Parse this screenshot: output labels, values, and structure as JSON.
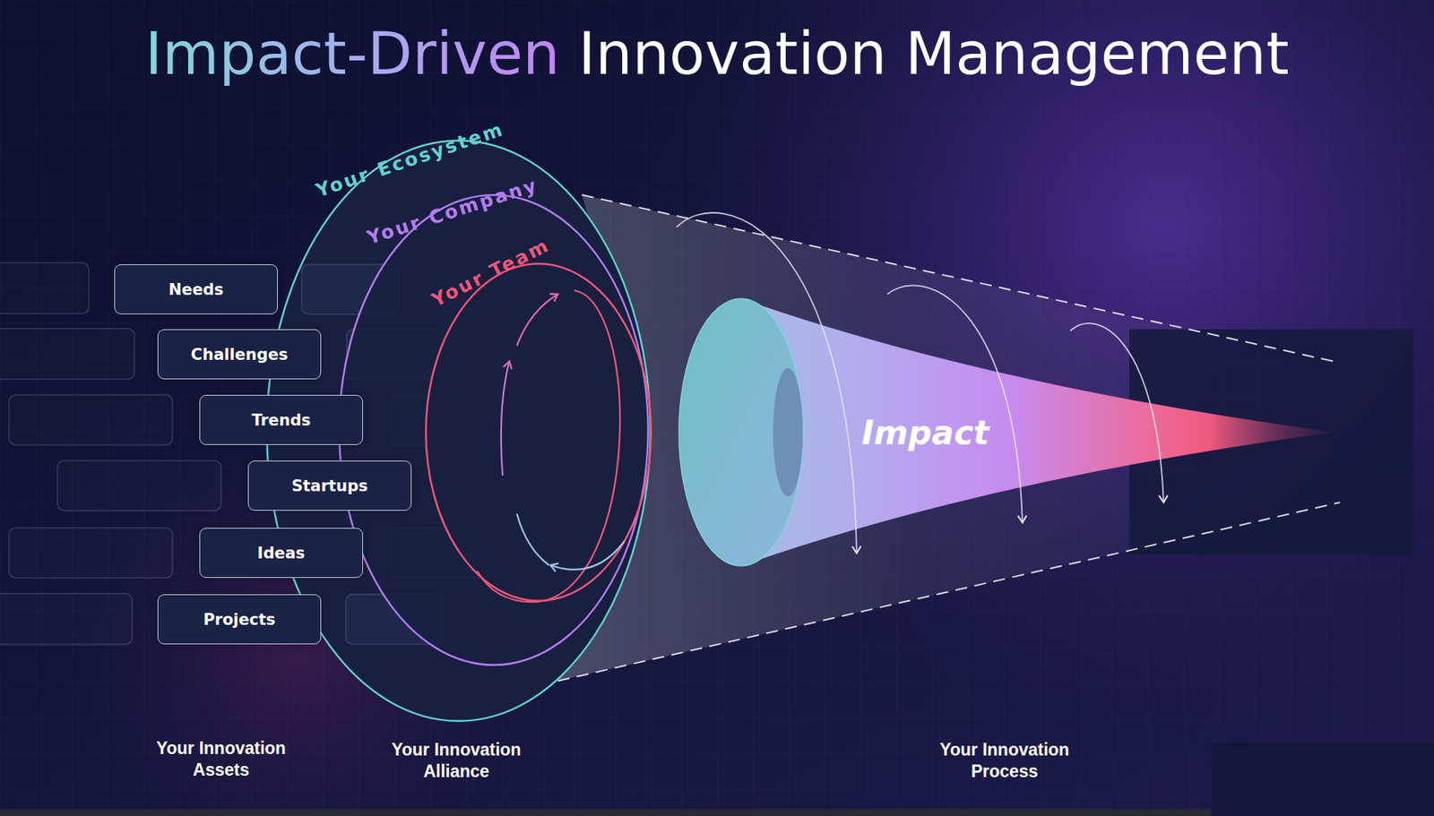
{
  "diagram": {
    "title": "Impact-Driven Innovation Management",
    "nodes": [
      {
        "text": [
          "Needs"
        ]
      },
      {
        "text": [
          "Challenges"
        ]
      },
      {
        "text": [
          "Trends"
        ]
      },
      {
        "text": [
          "Startups"
        ]
      },
      {
        "text": [
          "Ideas"
        ]
      },
      {
        "text": [
          "Projects"
        ]
      },
      {
        "text": [
          "Your Ecosystem"
        ]
      },
      {
        "text": [
          "Your Company"
        ],
        "in": 6
      },
      {
        "text": [
          "Your Team"
        ],
        "in": 7
      },
      {
        "text": [
          "Impact"
        ]
      }
    ],
    "labels": [
      "Your Innovation Assets",
      "Your Innovation Alliance",
      "Your Innovation Process"
    ]
  }
}
